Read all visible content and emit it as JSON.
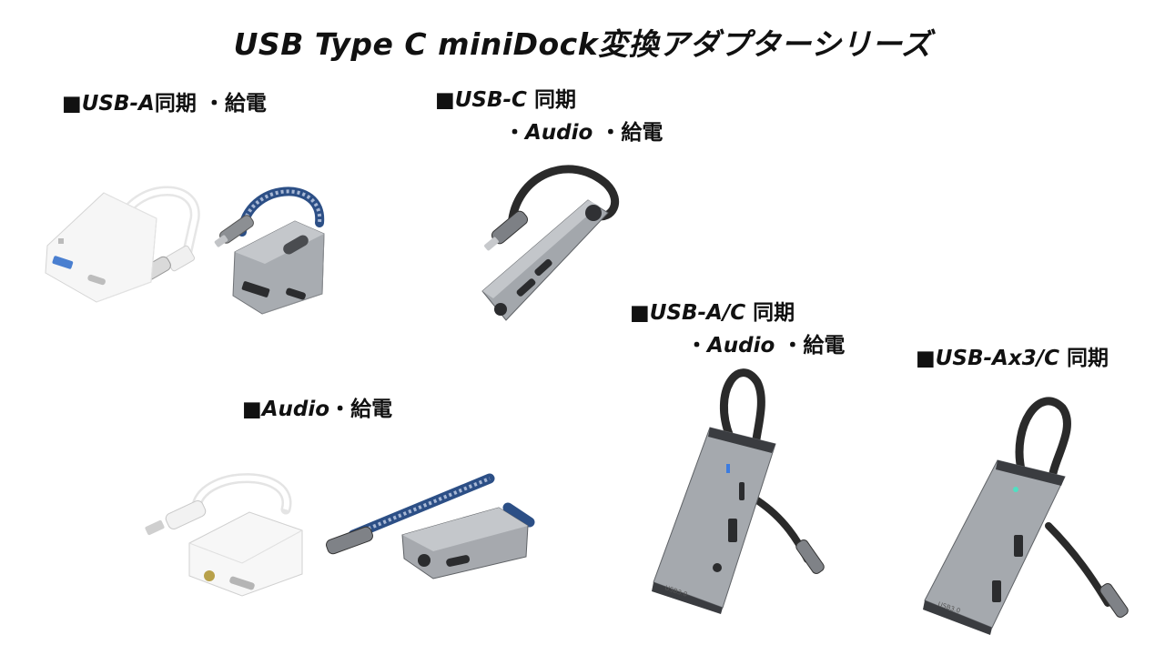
{
  "title": "USB Type C miniDock変換アダプターシリーズ",
  "groups": [
    {
      "id": "usba-power",
      "bullet": "■",
      "line1_en": "USB-A",
      "line1_jp": "同期 ・給電",
      "products": [
        "white-adapter",
        "gray-adapter"
      ]
    },
    {
      "id": "usbc-audio-power",
      "bullet": "■",
      "line1_en": "USB-C",
      "line1_jp": " 同期",
      "line2_prefix": "・",
      "line2_en": "Audio",
      "line2_jp": " ・給電",
      "products": [
        "gray-stick-adapter"
      ]
    },
    {
      "id": "audio-power",
      "bullet": "■",
      "line1_en": "Audio",
      "line1_jp": "・給電",
      "products": [
        "white-adapter",
        "gray-adapter"
      ]
    },
    {
      "id": "usbac-audio-power",
      "bullet": "■",
      "line1_en": "USB-A/C",
      "line1_jp": " 同期",
      "line2_prefix": "・",
      "line2_en": "Audio",
      "line2_jp": " ・給電",
      "products": [
        "gray-hub"
      ]
    },
    {
      "id": "usbax3c",
      "bullet": "■",
      "line1_en": "USB-Ax3/C",
      "line1_jp": " 同期",
      "products": [
        "gray-hub"
      ]
    }
  ],
  "port_text": {
    "usb30": "USB3.0"
  },
  "colors": {
    "white_body": "#f4f4f4",
    "gray_body": "#a9adb2",
    "dark_trim": "#3a3c40",
    "braid_blue": "#3d5a8c"
  }
}
